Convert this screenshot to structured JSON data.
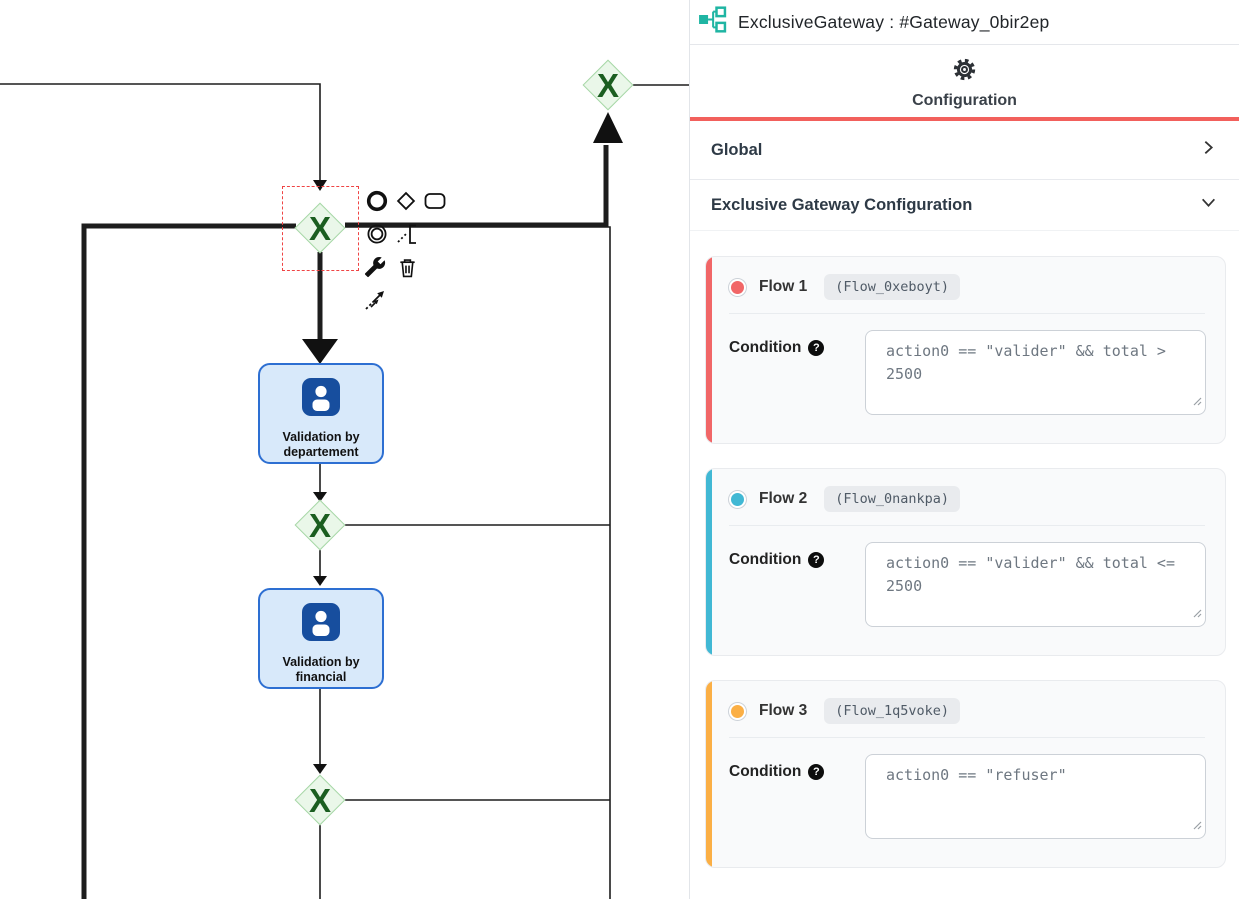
{
  "panel": {
    "title": "ExclusiveGateway : #Gateway_0bir2ep",
    "tab": {
      "label": "Configuration"
    },
    "sections": [
      {
        "label": "Global"
      },
      {
        "label": "Exclusive Gateway Configuration"
      }
    ],
    "condition_label": "Condition",
    "help_symbol": "?",
    "flows": [
      {
        "name": "Flow 1",
        "id": "(Flow_0xeboyt)",
        "color": "#f16667",
        "condition": "action0 == \"valider\" && total > 2500"
      },
      {
        "name": "Flow 2",
        "id": "(Flow_0nankpa)",
        "color": "#41b8d4",
        "condition": "action0 == \"valider\" && total <= 2500"
      },
      {
        "name": "Flow 3",
        "id": "(Flow_1q5voke)",
        "color": "#fbaf45",
        "condition": "action0 == \"refuser\""
      }
    ]
  },
  "diagram": {
    "gateway_symbol": "X",
    "tasks": [
      {
        "line1": "Validation by",
        "line2": "departement"
      },
      {
        "line1": "Validation by",
        "line2": "financial"
      }
    ],
    "colors": {
      "flow1": "#f16667",
      "flow2": "#41b8d4",
      "flow3": "#fbaf45"
    }
  }
}
